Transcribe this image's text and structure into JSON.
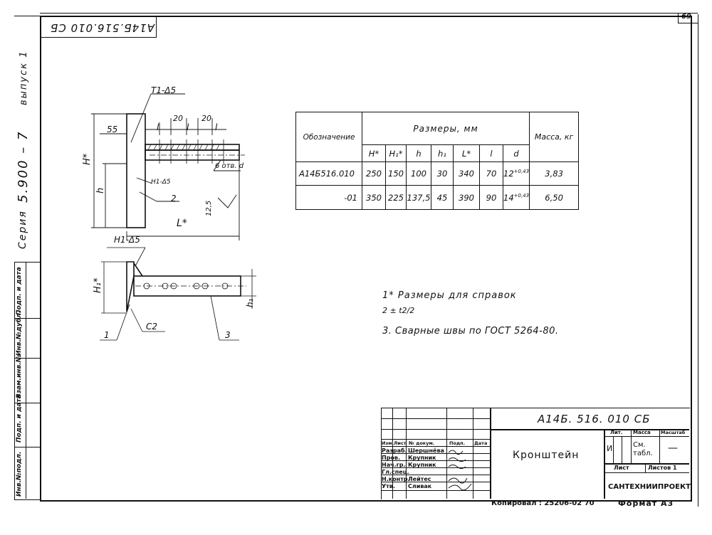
{
  "sheet": {
    "sheet_number": "69",
    "stamp_code": "А14Б.516.010 СБ"
  },
  "margin": {
    "release": "выпуск 1",
    "series_value": "5.900 – 7",
    "series_label": "Серия",
    "fields": [
      "Инв.№подл.",
      "Подп. и дата",
      "Взам.инв.№",
      "Инв.№дубл.",
      "Подп. и дата"
    ]
  },
  "drawing_top": {
    "weld_label": "Т1-Δ5",
    "weld_label_2": "Н1-Δ5",
    "dim_55": "55",
    "dim_20a": "20",
    "dim_20b": "20",
    "dim_l1": "l",
    "dim_l2": "l",
    "dim_l3": "l",
    "dim_H": "H*",
    "dim_h": "h",
    "dim_L": "L*",
    "holes": "6 отв. d",
    "dim_12_5": "12,5",
    "pos_2": "2"
  },
  "drawing_bottom": {
    "weld_label": "Н1-Δ5",
    "dim_H1": "H₁*",
    "dim_h1": "h₁",
    "chamfer": "С2",
    "pos_1": "1",
    "pos_3": "3"
  },
  "table": {
    "col_designation": "Обозначение",
    "col_sizes": "Размеры, мм",
    "col_mass": "Масса, кг",
    "sub_headers": [
      "H*",
      "H₁*",
      "h",
      "h₁",
      "L*",
      "l",
      "d"
    ],
    "rows": [
      {
        "designation": "А14Б516.010",
        "values": [
          "250",
          "150",
          "100",
          "30",
          "340",
          "70",
          "12"
        ],
        "tol": "+0,43",
        "mass": "3,83"
      },
      {
        "designation": "-01",
        "values": [
          "350",
          "225",
          "137,5",
          "45",
          "390",
          "90",
          "14"
        ],
        "tol": "+0,43",
        "mass": "6,50"
      }
    ]
  },
  "notes": {
    "n1": "1* Размеры для справок",
    "n2": "2 ± t2/2",
    "n3": "3. Сварные швы по ГОСТ 5264-80."
  },
  "title_block": {
    "doc_code": "А14Б. 516. 010 СБ",
    "name": "Кронштейн",
    "header_row": [
      "Изм.",
      "Лист",
      "№ докум.",
      "Подп.",
      "Дата"
    ],
    "roles": [
      {
        "role": "Разраб.",
        "person": "Шершнёва"
      },
      {
        "role": "Пров.",
        "person": "Крупник"
      },
      {
        "role": "Нач.гр.",
        "person": "Крупник"
      },
      {
        "role": "Гл.спец.",
        "person": ""
      },
      {
        "role": "Н.контр.",
        "person": "Лейтес"
      },
      {
        "role": "Утв.",
        "person": "Сливак"
      }
    ],
    "lit_header": "Лит.",
    "mass_header": "Масса",
    "scale_header": "Масштаб",
    "lit_value": "И",
    "mass_value": "См. табл.",
    "scale_value": "—",
    "sheet_label": "Лист",
    "sheets_label": "Листов 1",
    "organization": "САНТЕХНИИПРОЕКТ"
  },
  "footer": {
    "copy": "Копировал : 25206-02   70",
    "format": "Формат А3"
  }
}
